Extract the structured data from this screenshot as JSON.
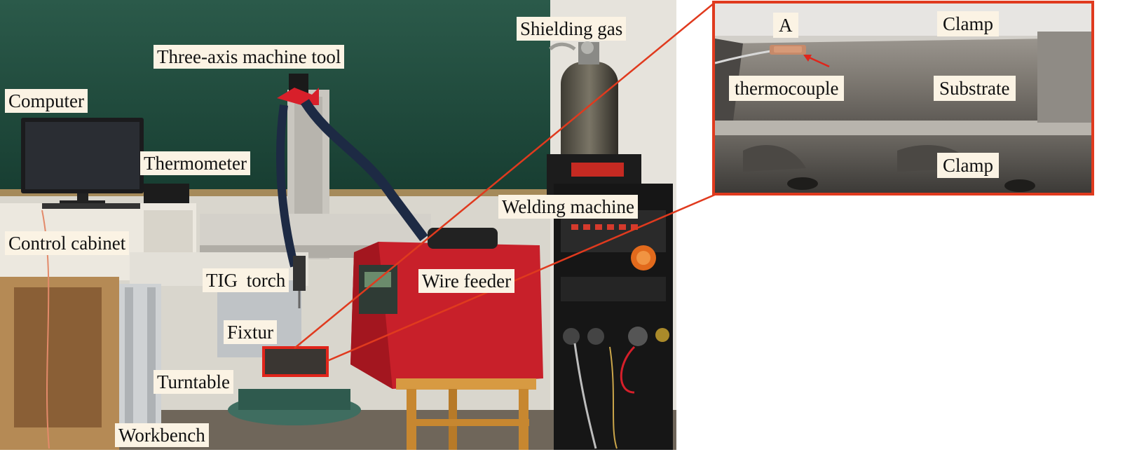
{
  "photo_labels": {
    "shielding_gas": "Shielding gas",
    "machine_tool": "Three-axis machine tool",
    "computer": "Computer",
    "thermometer": "Thermometer",
    "welding_machine": "Welding machine",
    "control_cabinet": "Control cabinet",
    "tig_torch": "TIG torch",
    "wire_feeder": "Wire feeder",
    "fixture": "Fixtur",
    "turntable": "Turntable",
    "workbench": "Workbench"
  },
  "inset_labels": {
    "point": "A",
    "clamp_top": "Clamp",
    "thermocouple": "thermocouple",
    "substrate": "Substrate",
    "clamp_bottom": "Clamp"
  },
  "colors": {
    "callout_red": "#e03a1e",
    "board_green": "#1f4a3c",
    "feeder_red": "#c8202a",
    "label_bg": "#fbf3e4"
  }
}
